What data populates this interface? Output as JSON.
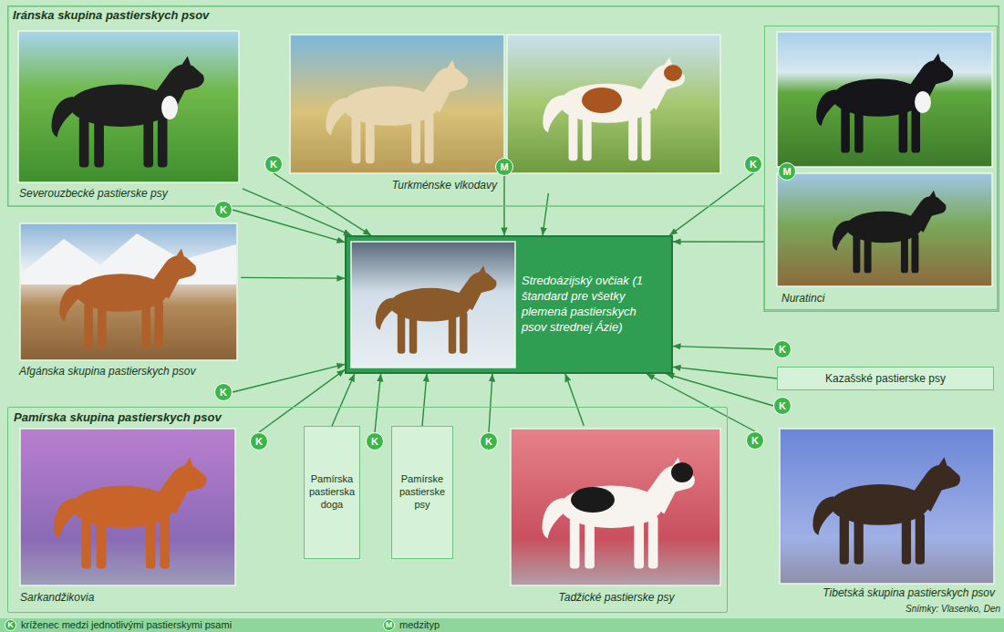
{
  "diagram": {
    "nodes": [
      {
        "text": [
          "Iránska skupina pastierskych psov"
        ]
      },
      {
        "text": [
          "Severouzbecké pastierske psy"
        ],
        "in": 0
      },
      {
        "text": [
          "Turkménske vlkodavy"
        ],
        "in": 0
      },
      {
        "text": [
          "Nuratinci"
        ],
        "in": 0
      },
      {
        "text": [
          "Afgánska skupina pastierskych psov"
        ]
      },
      {
        "text": [
          "Stredoázijský ovčiak (1 štandard pre všetky plemená pastierskych psov strednej Ázie)"
        ]
      },
      {
        "text": [
          "Kazašské pastierske psy"
        ]
      },
      {
        "text": [
          "Pamírska skupina pastierskych psov"
        ]
      },
      {
        "text": [
          "Sarkandžikovia"
        ],
        "in": 7
      },
      {
        "text": [
          "Pamírska pastierska doga"
        ],
        "in": 7
      },
      {
        "text": [
          "Pamírske pastierske psy"
        ],
        "in": 7
      },
      {
        "text": [
          "Tadžické pastierske psy"
        ],
        "in": 7
      },
      {
        "text": [
          "Tibetská skupina pastierskych psov"
        ]
      },
      {
        "text": [
          "K"
        ],
        "in": 0
      },
      {
        "text": [
          "M"
        ],
        "in": 2
      },
      {
        "text": [
          "K"
        ],
        "in": 0
      },
      {
        "text": [
          "M"
        ],
        "in": 3
      },
      {
        "text": [
          "K"
        ]
      },
      {
        "text": [
          "K"
        ]
      },
      {
        "text": [
          "K"
        ],
        "in": 7
      },
      {
        "text": [
          "K"
        ],
        "in": 7
      },
      {
        "text": [
          "K"
        ],
        "in": 7
      },
      {
        "text": [
          "K"
        ]
      },
      {
        "text": [
          "K"
        ]
      },
      {
        "text": [
          "K"
        ]
      }
    ],
    "edges": [
      {
        "from": 1,
        "to": 5,
        "arrow": "to"
      },
      {
        "from": 13,
        "to": 5,
        "arrow": "to"
      },
      {
        "from": 2,
        "to": 5,
        "arrow": "to"
      },
      {
        "from": 14,
        "to": 5,
        "arrow": "to"
      },
      {
        "from": 15,
        "to": 5,
        "arrow": "to"
      },
      {
        "from": 3,
        "to": 5,
        "arrow": "to"
      },
      {
        "from": 17,
        "to": 5,
        "arrow": "to"
      },
      {
        "from": 4,
        "to": 5,
        "arrow": "to"
      },
      {
        "from": 18,
        "to": 5,
        "arrow": "to"
      },
      {
        "from": 22,
        "to": 5,
        "arrow": "to"
      },
      {
        "from": 6,
        "to": 5,
        "arrow": "to"
      },
      {
        "from": 23,
        "to": 5,
        "arrow": "to"
      },
      {
        "from": 19,
        "to": 5,
        "arrow": "to"
      },
      {
        "from": 9,
        "to": 5,
        "arrow": "to"
      },
      {
        "from": 20,
        "to": 5,
        "arrow": "to"
      },
      {
        "from": 10,
        "to": 5,
        "arrow": "to"
      },
      {
        "from": 21,
        "to": 5,
        "arrow": "to"
      },
      {
        "from": 11,
        "to": 5,
        "arrow": "to"
      },
      {
        "from": 24,
        "to": 5,
        "arrow": "to"
      }
    ],
    "labels": [
      "K",
      "M",
      "Snímky: Vlasenko, Den"
    ],
    "legend": [
      {
        "text": "kríženec medzi jednotlivými pastierskymi psami",
        "color": "#3cb54a"
      },
      {
        "text": "medzityp",
        "color": "#3cb54a"
      }
    ]
  }
}
